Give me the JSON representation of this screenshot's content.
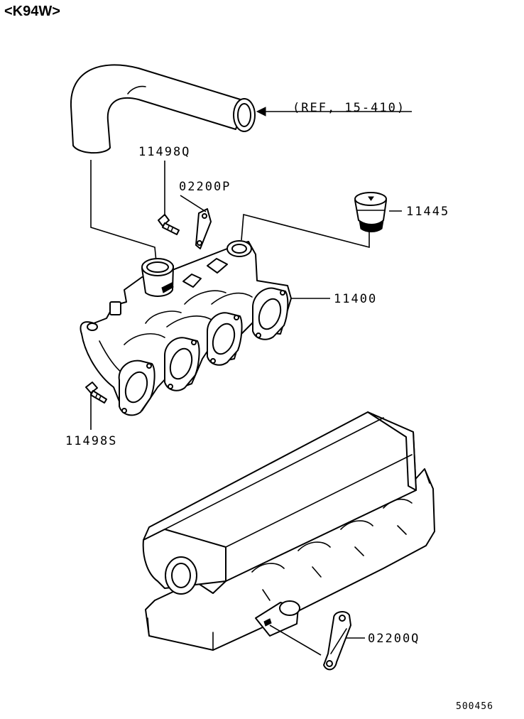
{
  "model_code": "<K94W>",
  "figure_number": "500456",
  "callouts": {
    "ref": "(REF, 15-410)",
    "bolt_upper": "11498Q",
    "bracket_upper": "02200P",
    "plug": "11445",
    "manifold": "11400",
    "bolt_lower": "11498S",
    "bracket_lower": "02200Q"
  }
}
